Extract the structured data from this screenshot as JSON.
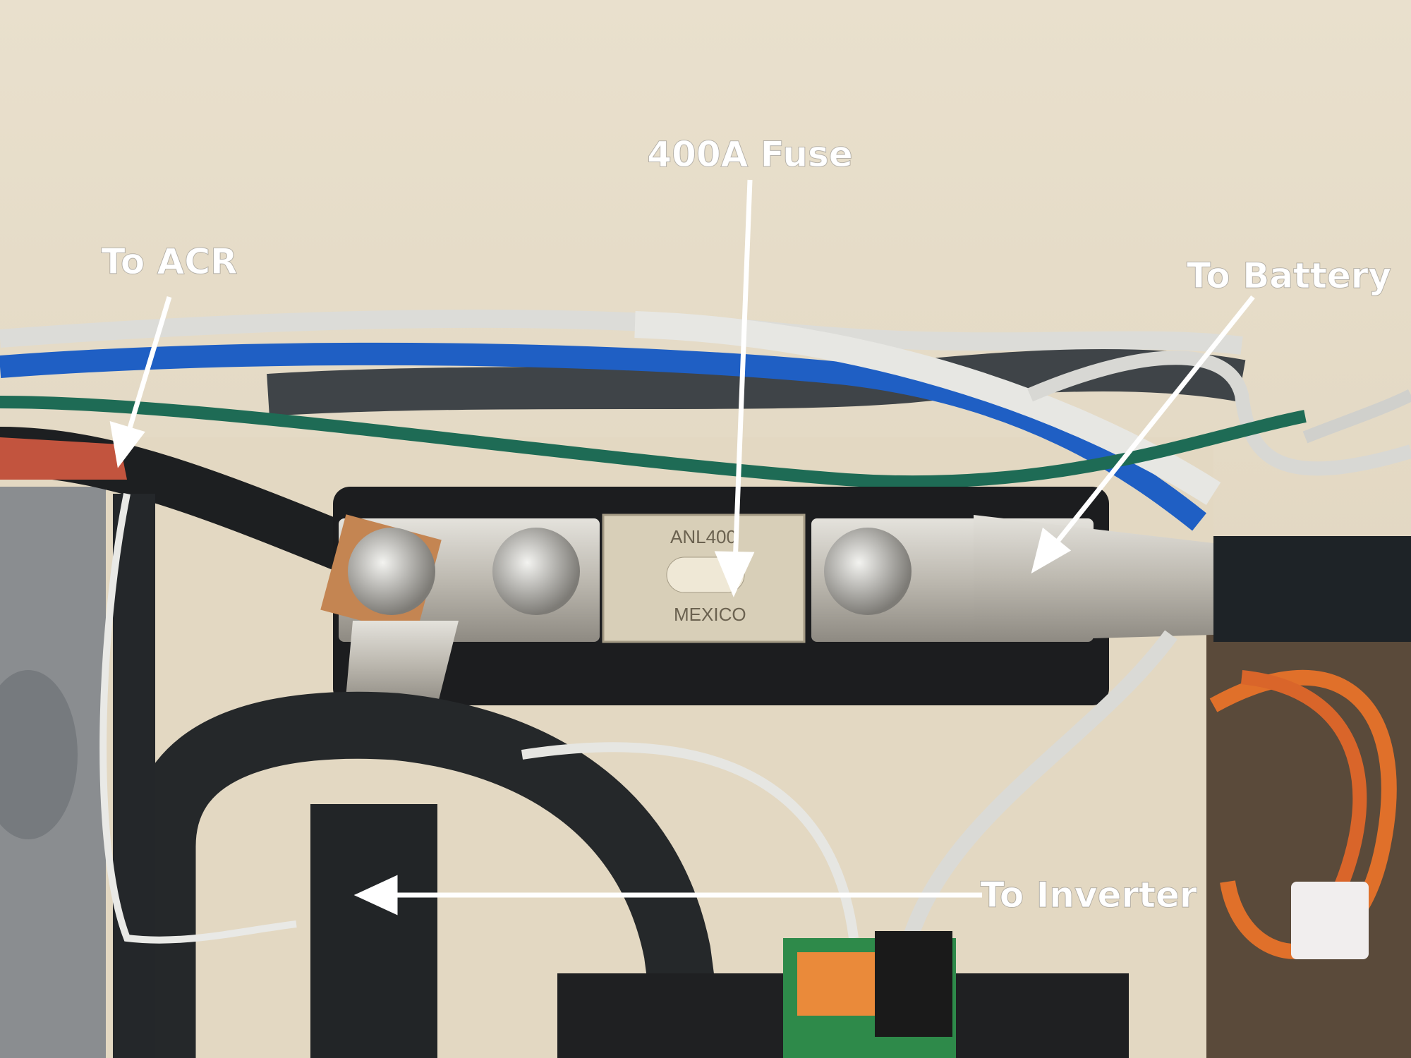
{
  "annotations": {
    "fuse": "400A Fuse",
    "acr": "To ACR",
    "battery": "To Battery",
    "inverter": "To Inverter"
  },
  "fuse_marking": {
    "rating": "ANL400",
    "origin": "MEXICO"
  },
  "colors": {
    "label_text": "#ffffff",
    "arrow": "#ffffff",
    "plywood": "#e6dcc9",
    "blue_cable": "#1f5fc4",
    "green_cable": "#1e6b55",
    "orange_cable": "#e0702a"
  }
}
